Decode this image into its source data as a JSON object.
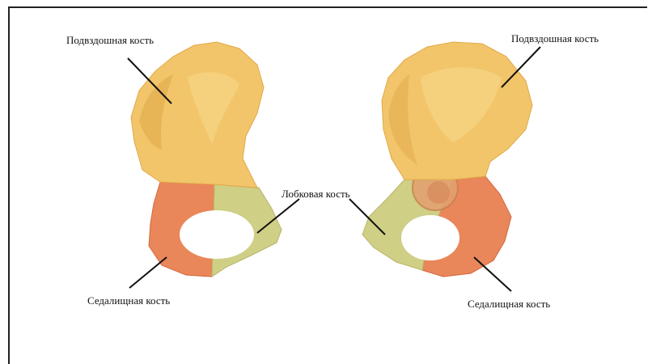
{
  "labels": {
    "left_ilium": "Подвздошная кость",
    "right_ilium": "Подвздошная кость",
    "pubis": "Лобковая кость",
    "left_ischium": "Седалищная кость",
    "right_ischium": "Седалищная кость"
  },
  "colors": {
    "ilium": "#f2c56a",
    "ilium_shadow": "#e0a94a",
    "ischium": "#e9875a",
    "ischium_shadow": "#d4683e",
    "pubis": "#cfcf86",
    "pubis_shadow": "#b8b56a",
    "leader_line": "#111111"
  }
}
